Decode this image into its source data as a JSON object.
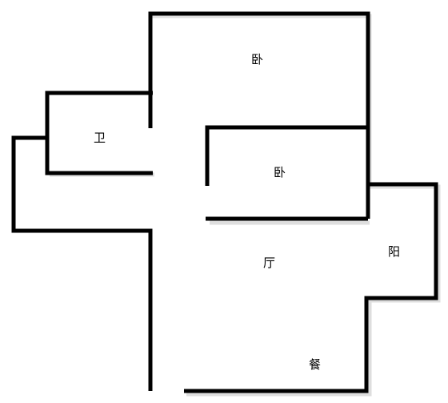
{
  "plan": {
    "colors": {
      "wall": "#000000",
      "background": "#ffffff"
    },
    "rooms": {
      "bedroom_main": "卧",
      "bedroom_second": "卧",
      "bathroom": "卫",
      "living": "厅",
      "balcony": "阳",
      "dining": "餐"
    }
  }
}
